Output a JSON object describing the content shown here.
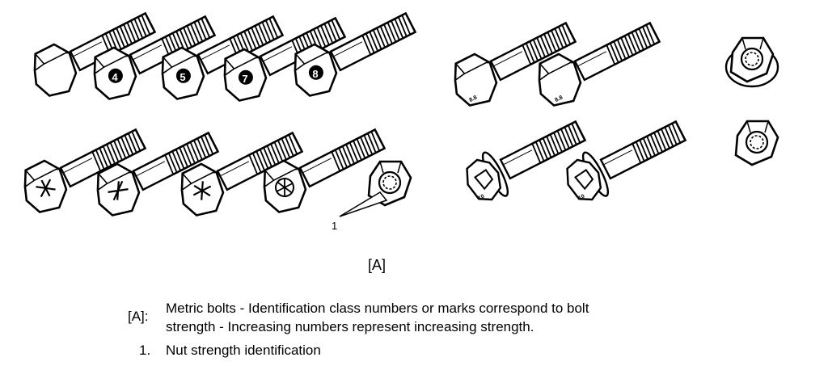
{
  "figure": {
    "label": "[A]",
    "bolt_marks_top_row": [
      "",
      "4",
      "5",
      "7",
      "8"
    ],
    "bolt_marks_middle_group": [
      "8.8",
      "8.8",
      "10",
      "10"
    ],
    "callout_number": "1"
  },
  "legend": {
    "key": "[A]:",
    "line1": "Metric bolts - Identification class numbers or marks correspond to bolt",
    "line2": "strength - Increasing numbers represent increasing strength."
  },
  "items": [
    {
      "number": "1.",
      "text": "Nut strength identification"
    }
  ]
}
